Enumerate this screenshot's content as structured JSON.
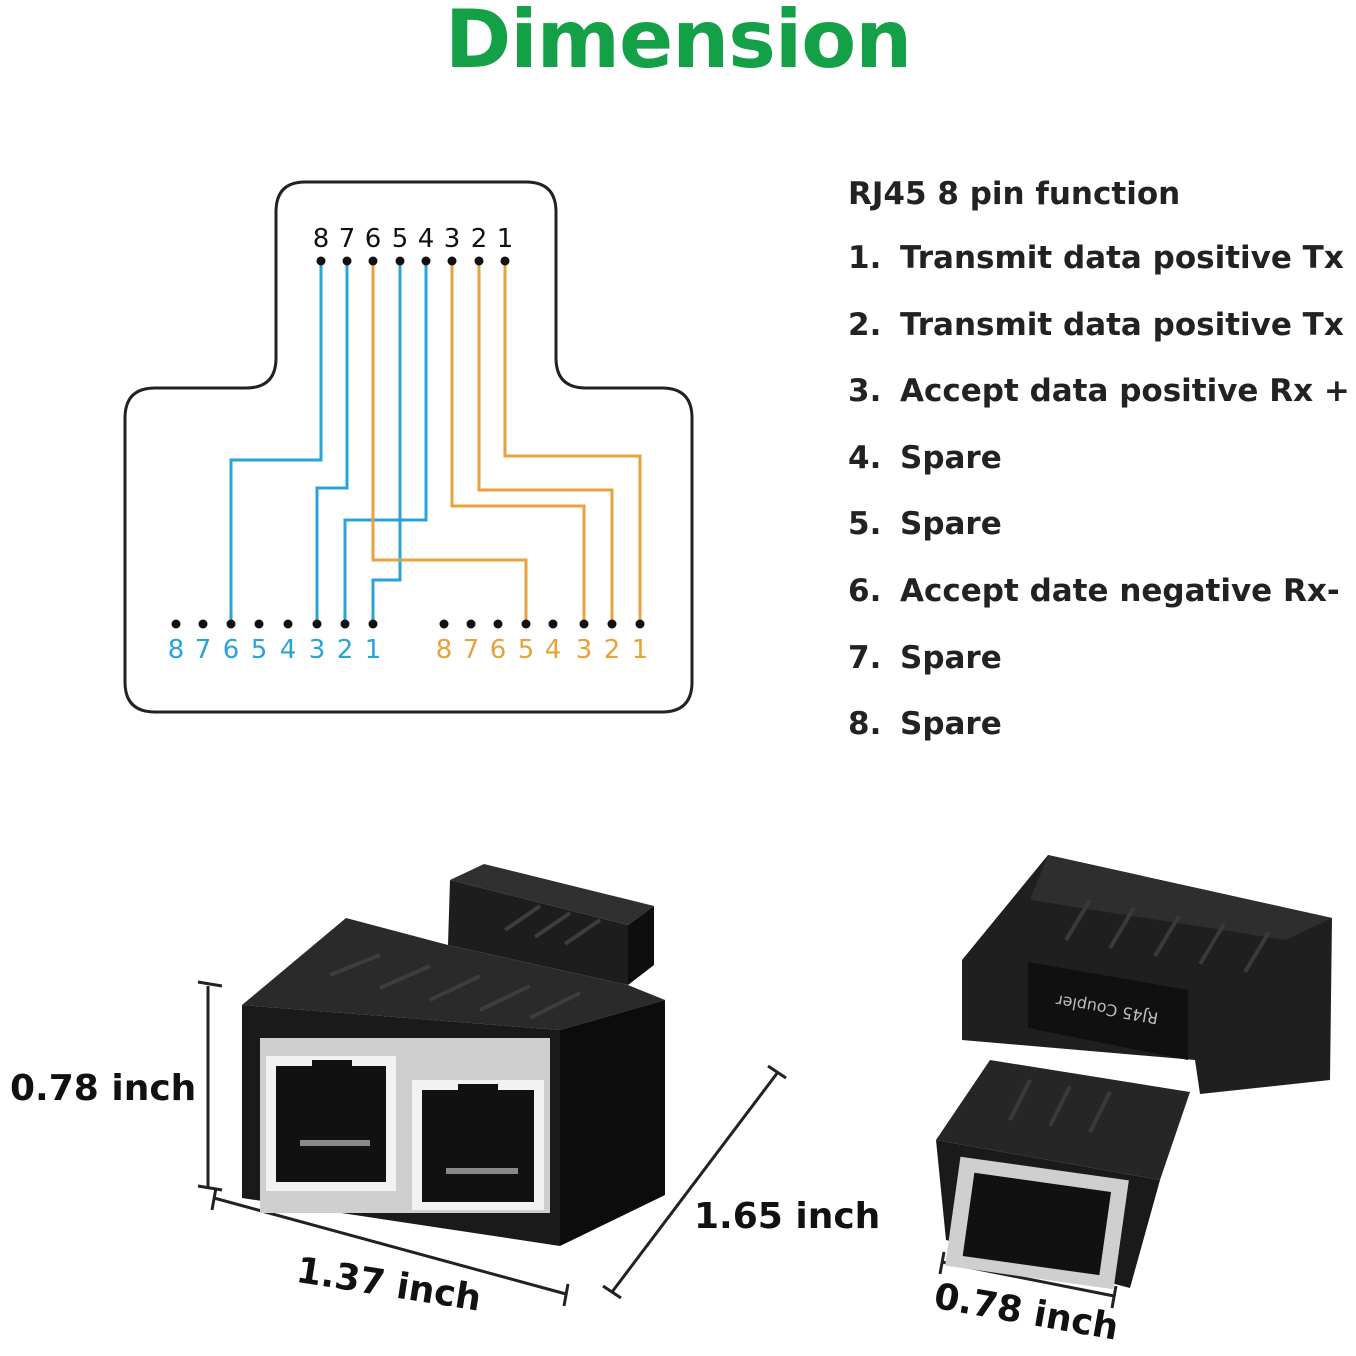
{
  "title": "Dimension",
  "pin_function": {
    "heading": "RJ45 8 pin function",
    "items": [
      {
        "num": "1.",
        "text": "Transmit data positive  Tx +"
      },
      {
        "num": "2.",
        "text": "Transmit data positive  Tx —"
      },
      {
        "num": "3.",
        "text": "Accept data positive Rx +"
      },
      {
        "num": "4.",
        "text": "Spare"
      },
      {
        "num": "5.",
        "text": "Spare"
      },
      {
        "num": "6.",
        "text": "Accept date negative Rx-"
      },
      {
        "num": "7.",
        "text": "Spare"
      },
      {
        "num": "8.",
        "text": "Spare"
      }
    ]
  },
  "wiring_diagram": {
    "top_pins": [
      "8",
      "7",
      "6",
      "5",
      "4",
      "3",
      "2",
      "1"
    ],
    "left_port_pins": [
      "8",
      "7",
      "6",
      "5",
      "4",
      "3",
      "2",
      "1"
    ],
    "right_port_pins": [
      "8",
      "7",
      "6",
      "5",
      "4",
      "3",
      "2",
      "1"
    ],
    "colors": {
      "left": "#2aa3d8",
      "right": "#e8a23c",
      "outline": "#222222"
    }
  },
  "dimensions": {
    "height_front": "0.78 inch",
    "width_front": "1.37 inch",
    "depth": "1.65 inch",
    "width_back": "0.78 inch"
  },
  "product_label": "RJ45 Coupler",
  "colors": {
    "title": "#14a046",
    "body": "#1c1c1c"
  }
}
